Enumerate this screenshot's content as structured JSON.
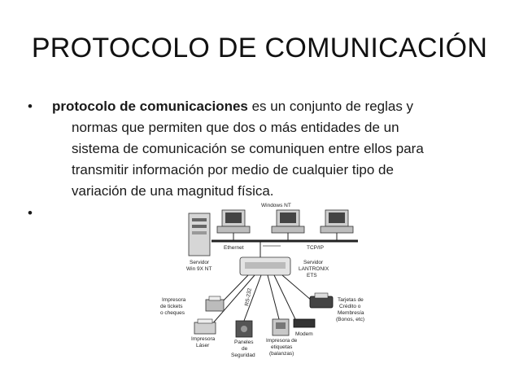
{
  "slide": {
    "title": "PROTOCOLO DE COMUNICACIÓN",
    "bullet1": {
      "lead": "protocolo de comunicaciones",
      "line1_rest": " es un conjunto de reglas y",
      "line2": "normas que permiten que dos o más entidades de un",
      "line3": "sistema de comunicación se comuniquen entre ellos para",
      "line4": "transmitir información por medio de cualquier tipo de",
      "line5": "variación de una magnitud física."
    },
    "bullet_char": "•"
  },
  "diagram": {
    "windows_nt": "Windows NT",
    "ethernet": "Ethernet",
    "tcpip": "TCP/IP",
    "servidor_win_1": "Servidor",
    "servidor_win_2": "Win 9X NT",
    "lantronix_1": "Servidor",
    "lantronix_2": "LANTRONIX",
    "lantronix_3": "ETS",
    "rs232": "RS-232",
    "impresora_tickets_1": "Impresora",
    "impresora_tickets_2": "de tickets",
    "impresora_tickets_3": "o cheques",
    "impresora_laser_1": "Impresora",
    "impresora_laser_2": "Láser",
    "paneles_1": "Paneles",
    "paneles_2": "de",
    "paneles_3": "Seguridad",
    "etiquetas_1": "Impresora de",
    "etiquetas_2": "etiquetas",
    "etiquetas_3": "(balanzas)",
    "modem": "Modem",
    "tarjetas_1": "Tarjetas de",
    "tarjetas_2": "Crédito o",
    "tarjetas_3": "Membresía",
    "tarjetas_4": "(Bonos, etc)"
  }
}
